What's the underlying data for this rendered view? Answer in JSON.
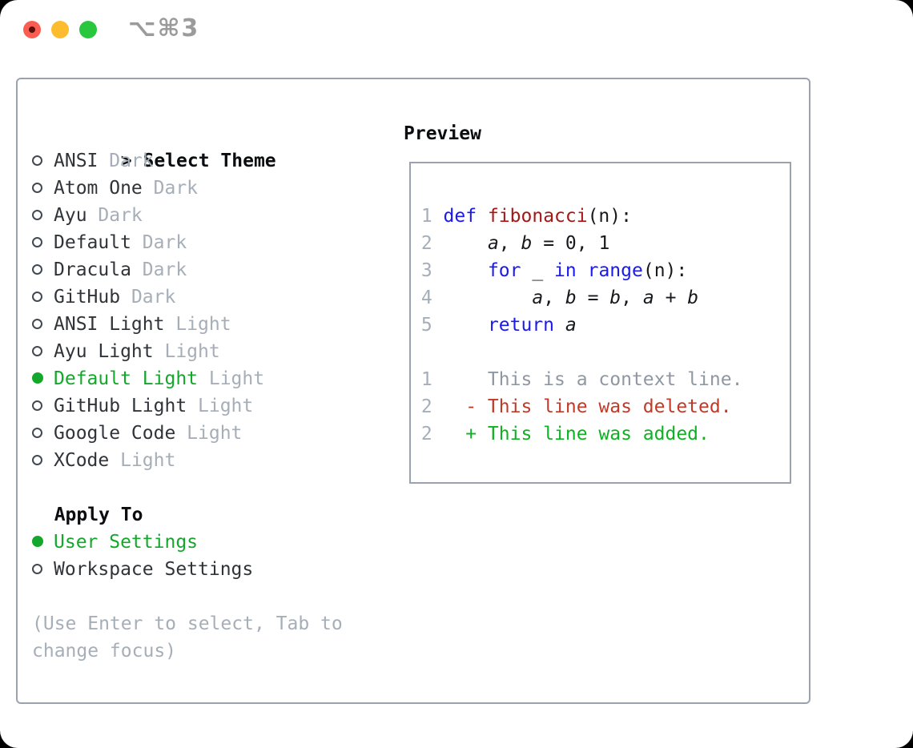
{
  "window": {
    "shortcut": "⌥⌘3"
  },
  "colors": {
    "panel_border": "#9aa3ad",
    "header_text": "#0b0d10",
    "item_text": "#303439",
    "muted_gray": "#a6aeb8",
    "selected_green": "#13a82b",
    "added_green": "#0fb123",
    "deleted_red": "#c13a28",
    "keyword_blue": "#1a1af0",
    "function_red": "#a81616",
    "code_text": "#17191d",
    "line_number": "#a6aeb8",
    "context_gray": "#8f98a2",
    "traffic_red": "#fb5d53",
    "traffic_yellow": "#fdbc2e",
    "traffic_green": "#28c73e"
  },
  "theme_list": {
    "header": {
      "prefix": ">",
      "title": "Select Theme"
    },
    "items": [
      {
        "label": "ANSI",
        "variant": "Dark",
        "selected": false
      },
      {
        "label": "Atom One",
        "variant": "Dark",
        "selected": false
      },
      {
        "label": "Ayu",
        "variant": "Dark",
        "selected": false
      },
      {
        "label": "Default",
        "variant": "Dark",
        "selected": false
      },
      {
        "label": "Dracula",
        "variant": "Dark",
        "selected": false
      },
      {
        "label": "GitHub",
        "variant": "Dark",
        "selected": false
      },
      {
        "label": "ANSI Light",
        "variant": "Light",
        "selected": false
      },
      {
        "label": "Ayu Light",
        "variant": "Light",
        "selected": false
      },
      {
        "label": "Default Light",
        "variant": "Light",
        "selected": true
      },
      {
        "label": "GitHub Light",
        "variant": "Light",
        "selected": false
      },
      {
        "label": "Google Code",
        "variant": "Light",
        "selected": false
      },
      {
        "label": "XCode",
        "variant": "Light",
        "selected": false
      }
    ]
  },
  "apply_to": {
    "header": "Apply To",
    "items": [
      {
        "label": "User Settings",
        "selected": true
      },
      {
        "label": "Workspace Settings",
        "selected": false
      }
    ]
  },
  "help": {
    "lines": [
      "(Use Enter to select, Tab to",
      "change focus)"
    ]
  },
  "preview": {
    "title": "Preview",
    "lines": [
      {
        "tokens": [
          {
            "c": "ln",
            "t": " 1 "
          },
          {
            "c": "kw",
            "t": "def"
          },
          {
            "c": "pl",
            "t": " "
          },
          {
            "c": "fn",
            "t": "fibonacci"
          },
          {
            "c": "pl",
            "t": "(n):"
          }
        ]
      },
      {
        "tokens": [
          {
            "c": "ln",
            "t": " 2 "
          },
          {
            "c": "pl",
            "t": "    "
          },
          {
            "c": "var",
            "t": "a"
          },
          {
            "c": "pl",
            "t": ", "
          },
          {
            "c": "var",
            "t": "b"
          },
          {
            "c": "pl",
            "t": " = 0, 1"
          }
        ]
      },
      {
        "tokens": [
          {
            "c": "ln",
            "t": " 3 "
          },
          {
            "c": "pl",
            "t": "    "
          },
          {
            "c": "kw",
            "t": "for"
          },
          {
            "c": "pl",
            "t": " _ "
          },
          {
            "c": "kw",
            "t": "in"
          },
          {
            "c": "pl",
            "t": " "
          },
          {
            "c": "kw",
            "t": "range"
          },
          {
            "c": "pl",
            "t": "(n):"
          }
        ]
      },
      {
        "tokens": [
          {
            "c": "ln",
            "t": " 4 "
          },
          {
            "c": "pl",
            "t": "        "
          },
          {
            "c": "var",
            "t": "a"
          },
          {
            "c": "pl",
            "t": ", "
          },
          {
            "c": "var",
            "t": "b"
          },
          {
            "c": "pl",
            "t": " = "
          },
          {
            "c": "var",
            "t": "b"
          },
          {
            "c": "pl",
            "t": ", "
          },
          {
            "c": "var",
            "t": "a"
          },
          {
            "c": "pl",
            "t": " + "
          },
          {
            "c": "var",
            "t": "b"
          }
        ]
      },
      {
        "tokens": [
          {
            "c": "ln",
            "t": " 5 "
          },
          {
            "c": "pl",
            "t": "    "
          },
          {
            "c": "kw",
            "t": "return"
          },
          {
            "c": "pl",
            "t": " "
          },
          {
            "c": "var",
            "t": "a"
          }
        ]
      },
      {
        "tokens": []
      },
      {
        "tokens": [
          {
            "c": "ln",
            "t": " 1 "
          },
          {
            "c": "ctx",
            "t": "    This is a context line."
          }
        ]
      },
      {
        "tokens": [
          {
            "c": "ln",
            "t": " 2 "
          },
          {
            "c": "del",
            "t": "  - This line was deleted."
          }
        ]
      },
      {
        "tokens": [
          {
            "c": "ln",
            "t": " 2 "
          },
          {
            "c": "add",
            "t": "  + This line was added."
          }
        ]
      }
    ]
  }
}
